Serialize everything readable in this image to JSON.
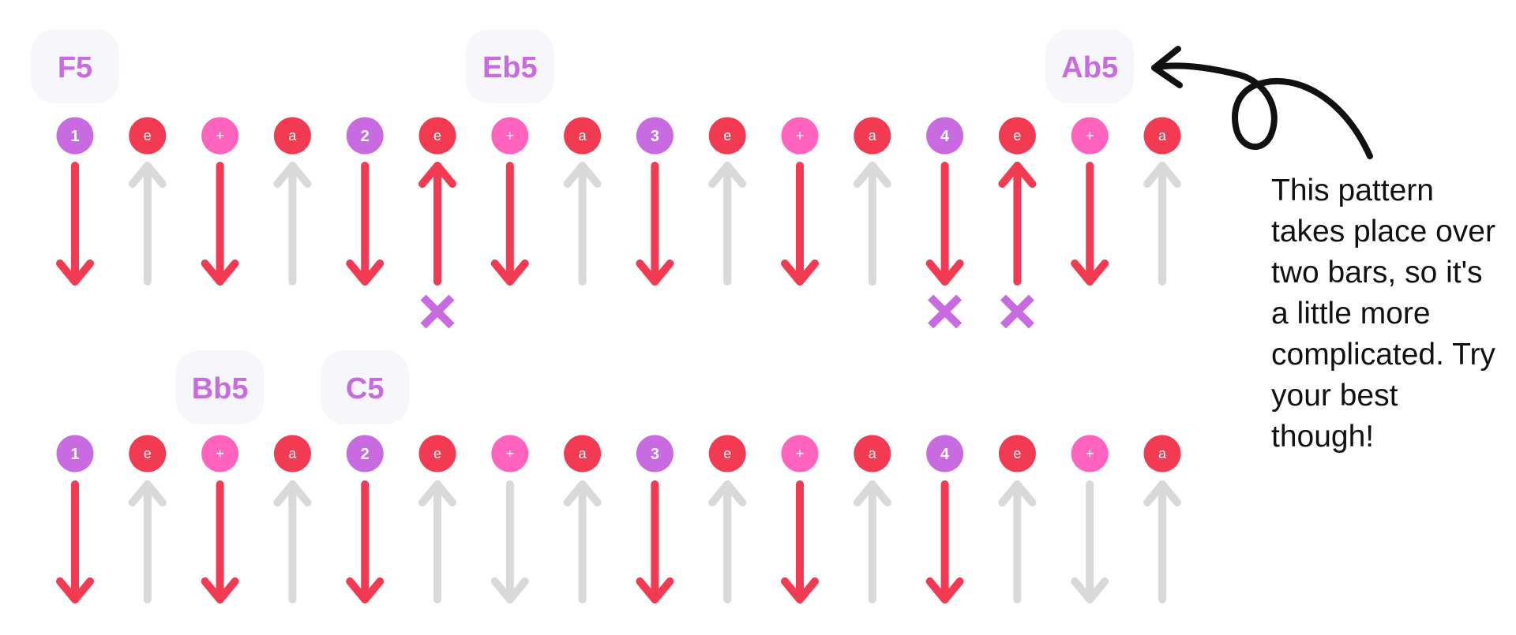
{
  "colors": {
    "beat": "#c86be0",
    "e": "#f23b52",
    "and": "#ff63bd",
    "a": "#f23b52",
    "strum_active": "#f23b52",
    "strum_inactive": "#d9d9d9",
    "mute": "#c86be0",
    "chord_text": "#c86be0",
    "chord_bg": "#f6f6fb",
    "annotation": "#111111"
  },
  "count_labels": [
    "1",
    "e",
    "+",
    "a",
    "2",
    "e",
    "+",
    "a",
    "3",
    "e",
    "+",
    "a",
    "4",
    "e",
    "+",
    "a"
  ],
  "bars": [
    {
      "chords": [
        {
          "name": "F5",
          "slot": 0
        },
        {
          "name": "Eb5",
          "slot": 6
        },
        {
          "name": "Ab5",
          "slot": 14
        }
      ],
      "strums": [
        "D",
        "U",
        "D",
        "U",
        "D",
        "U",
        "D",
        "U",
        "D",
        "U",
        "D",
        "U",
        "D",
        "U",
        "D",
        "U"
      ],
      "active": [
        true,
        false,
        true,
        false,
        true,
        true,
        true,
        false,
        true,
        false,
        true,
        false,
        true,
        true,
        true,
        false
      ],
      "muted": [
        5,
        12,
        13
      ]
    },
    {
      "chords": [
        {
          "name": "Bb5",
          "slot": 2
        },
        {
          "name": "C5",
          "slot": 4
        }
      ],
      "strums": [
        "D",
        "U",
        "D",
        "U",
        "D",
        "U",
        "D",
        "U",
        "D",
        "U",
        "D",
        "U",
        "D",
        "U",
        "D",
        "U"
      ],
      "active": [
        true,
        false,
        true,
        false,
        true,
        false,
        false,
        false,
        true,
        false,
        true,
        false,
        true,
        false,
        false,
        false
      ],
      "muted": []
    }
  ],
  "annotation": {
    "lines": [
      "This pattern",
      "takes place over",
      "two bars, so it's",
      "a little more",
      "complicated. Try",
      "your best",
      "though!"
    ]
  }
}
